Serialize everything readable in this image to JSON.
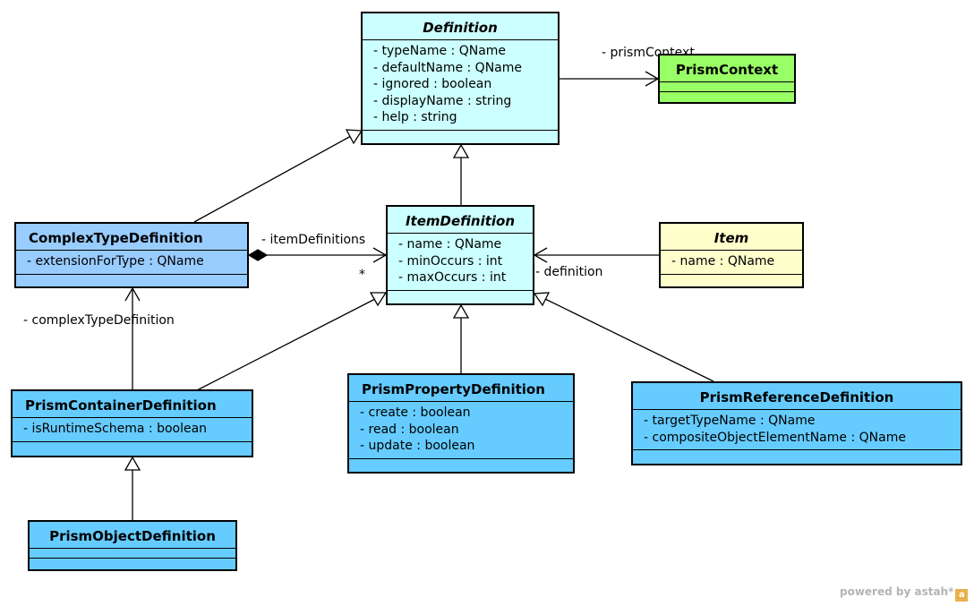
{
  "colors": {
    "definition": "#ccffff",
    "item_definition": "#ccffff",
    "prism_context": "#99ff66",
    "item": "#ffffcc",
    "complex_type": "#99ccff",
    "prism_blue": "#66ccff",
    "line": "#000000"
  },
  "classes": {
    "definition": {
      "name": "Definition",
      "attributes": [
        "- typeName : QName",
        "- defaultName : QName",
        "- ignored : boolean",
        "- displayName : string",
        "- help : string"
      ]
    },
    "prism_context": {
      "name": "PrismContext",
      "attributes": []
    },
    "complex_type_definition": {
      "name": "ComplexTypeDefinition",
      "attributes": [
        "- extensionForType : QName"
      ]
    },
    "item_definition": {
      "name": "ItemDefinition",
      "attributes": [
        "- name : QName",
        "- minOccurs : int",
        "- maxOccurs : int"
      ]
    },
    "item": {
      "name": "Item",
      "attributes": [
        "- name : QName"
      ]
    },
    "prism_container_definition": {
      "name": "PrismContainerDefinition",
      "attributes": [
        "- isRuntimeSchema : boolean"
      ]
    },
    "prism_property_definition": {
      "name": "PrismPropertyDefinition",
      "attributes": [
        "- create : boolean",
        "- read : boolean",
        "- update : boolean"
      ]
    },
    "prism_reference_definition": {
      "name": "PrismReferenceDefinition",
      "attributes": [
        "- targetTypeName : QName",
        "- compositeObjectElementName : QName"
      ]
    },
    "prism_object_definition": {
      "name": "PrismObjectDefinition",
      "attributes": []
    }
  },
  "edge_labels": {
    "prism_context": "- prismContext",
    "item_definitions": "- itemDefinitions",
    "multiplicity": "*",
    "definition": "- definition",
    "complex_type_definition": "- complexTypeDefinition"
  },
  "relationships": [
    {
      "type": "generalization",
      "from": "ComplexTypeDefinition",
      "to": "Definition"
    },
    {
      "type": "generalization",
      "from": "ItemDefinition",
      "to": "Definition"
    },
    {
      "type": "association",
      "from": "Definition",
      "to": "PrismContext",
      "role": "- prismContext"
    },
    {
      "type": "composition",
      "from": "ComplexTypeDefinition",
      "to": "ItemDefinition",
      "role": "- itemDefinitions",
      "multiplicity": "*"
    },
    {
      "type": "association",
      "from": "Item",
      "to": "ItemDefinition",
      "role": "- definition"
    },
    {
      "type": "association",
      "from": "PrismContainerDefinition",
      "to": "ComplexTypeDefinition",
      "role": "- complexTypeDefinition"
    },
    {
      "type": "generalization",
      "from": "PrismContainerDefinition",
      "to": "ItemDefinition"
    },
    {
      "type": "generalization",
      "from": "PrismPropertyDefinition",
      "to": "ItemDefinition"
    },
    {
      "type": "generalization",
      "from": "PrismReferenceDefinition",
      "to": "ItemDefinition"
    },
    {
      "type": "generalization",
      "from": "PrismObjectDefinition",
      "to": "PrismContainerDefinition"
    }
  ],
  "watermark": "powered by astah*"
}
